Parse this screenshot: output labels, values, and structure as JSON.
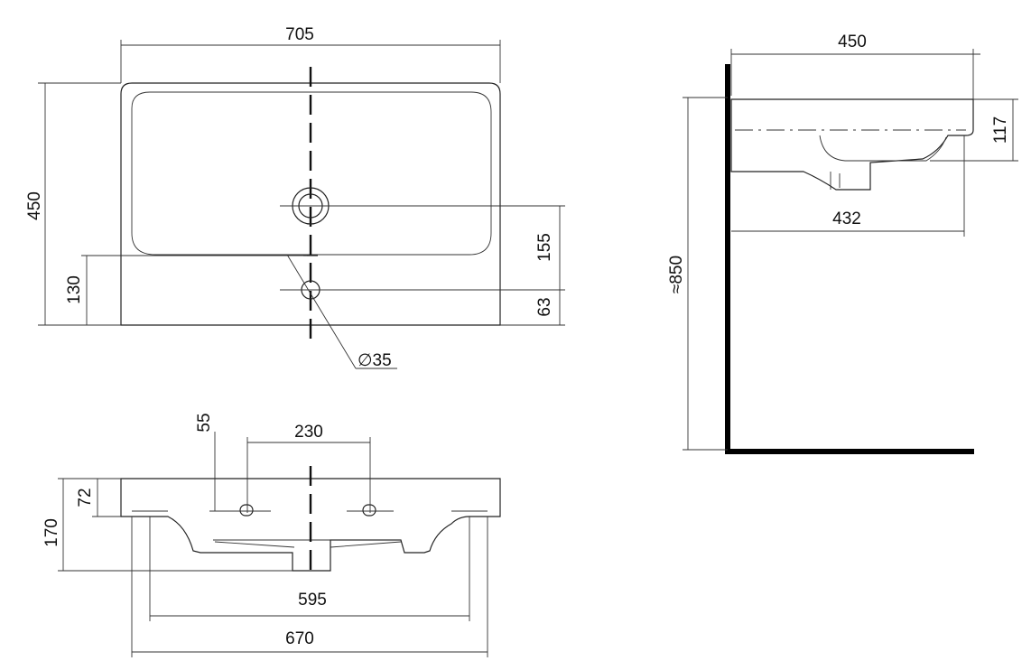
{
  "top_view": {
    "width_dim": "705",
    "depth_dim": "450",
    "hole_offset_dim": "130",
    "drain_to_hole_dim": "155",
    "hole_to_edge_dim": "63",
    "drain_diameter_dim": "∅35"
  },
  "front_view": {
    "tap_hole_dim": "55",
    "hole_spacing_dim": "230",
    "rim_height_dim": "72",
    "total_height_dim": "170",
    "inner_width_dim": "595",
    "bottom_width_dim": "670"
  },
  "side_view": {
    "depth_dim": "450",
    "height_dim": "117",
    "bowl_depth_dim": "432",
    "mount_height_dim": "≈850"
  }
}
